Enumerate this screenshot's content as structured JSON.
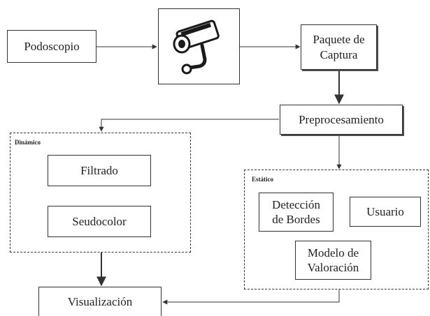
{
  "nodes": {
    "podoscopio": "Podoscopio",
    "paquete": "Paquete de\nCaptura",
    "preprocesamiento": "Preprocesamiento",
    "filtrado": "Filtrado",
    "seudocolor": "Seudocolor",
    "deteccion": "Detección\nde Bordes",
    "usuario": "Usuario",
    "modelo": "Modelo de\nValoración",
    "visualizacion": "Visualización"
  },
  "groups": {
    "dinamico": "Dinámico",
    "estatico": "Estático"
  },
  "icons": {
    "camera": "camera-icon"
  }
}
